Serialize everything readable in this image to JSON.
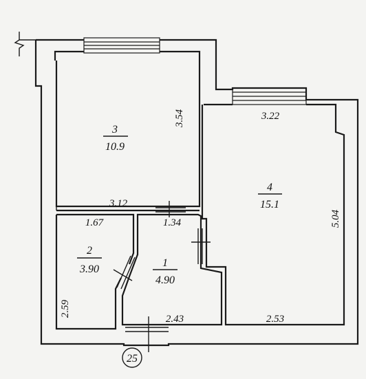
{
  "rooms": [
    {
      "id": "1",
      "area": "4.90"
    },
    {
      "id": "2",
      "area": "3.90"
    },
    {
      "id": "3",
      "area": "10.9"
    },
    {
      "id": "4",
      "area": "15.1"
    }
  ],
  "dimensions": {
    "room3_width": "3.12",
    "room3_height": "3.54",
    "room4_width": "3.22",
    "room4_height": "5.04",
    "room4_bottom": "2.53",
    "room2_width": "1.67",
    "room2_height": "2.59",
    "room1_width_top": "1.34",
    "room1_width_bottom": "2.43"
  },
  "entrance_marker": "25"
}
